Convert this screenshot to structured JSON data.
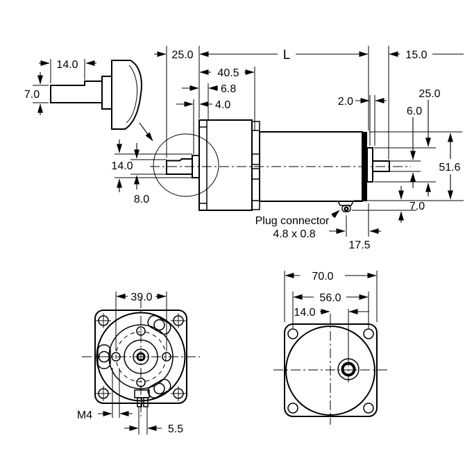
{
  "drawing": {
    "background": "#ffffff",
    "ink": "#000000",
    "detail_view": {
      "shaft_length": "14.0",
      "shaft_diameter": "7.0"
    },
    "side_view": {
      "front_shaft_to_face": "25.0",
      "overall_length": "L",
      "rear_shaft_length": "15.0",
      "gearbox_length": "40.5",
      "front_plate_depth": "6.8",
      "front_boss_depth": "4.0",
      "rear_boss_depth": "2.0",
      "rear_boss_diameter": "25.0",
      "rear_shaft_diameter": "6.0",
      "motor_diameter": "51.6",
      "front_boss_diameter": "14.0",
      "front_shaft_diameter": "8.0",
      "plug_protrusion": "7.0",
      "plug_to_rear_face": "17.5",
      "plug_label_line1": "Plug connector",
      "plug_label_line2": "4.8 x 0.8"
    },
    "front_view": {
      "mount_hole_spacing": "39.0",
      "mount_hole_thread": "M4",
      "terminal_width": "5.5"
    },
    "rear_view": {
      "flange_width": "70.0",
      "corner_hole_spacing": "56.0",
      "shaft_offset": "14.0"
    }
  }
}
